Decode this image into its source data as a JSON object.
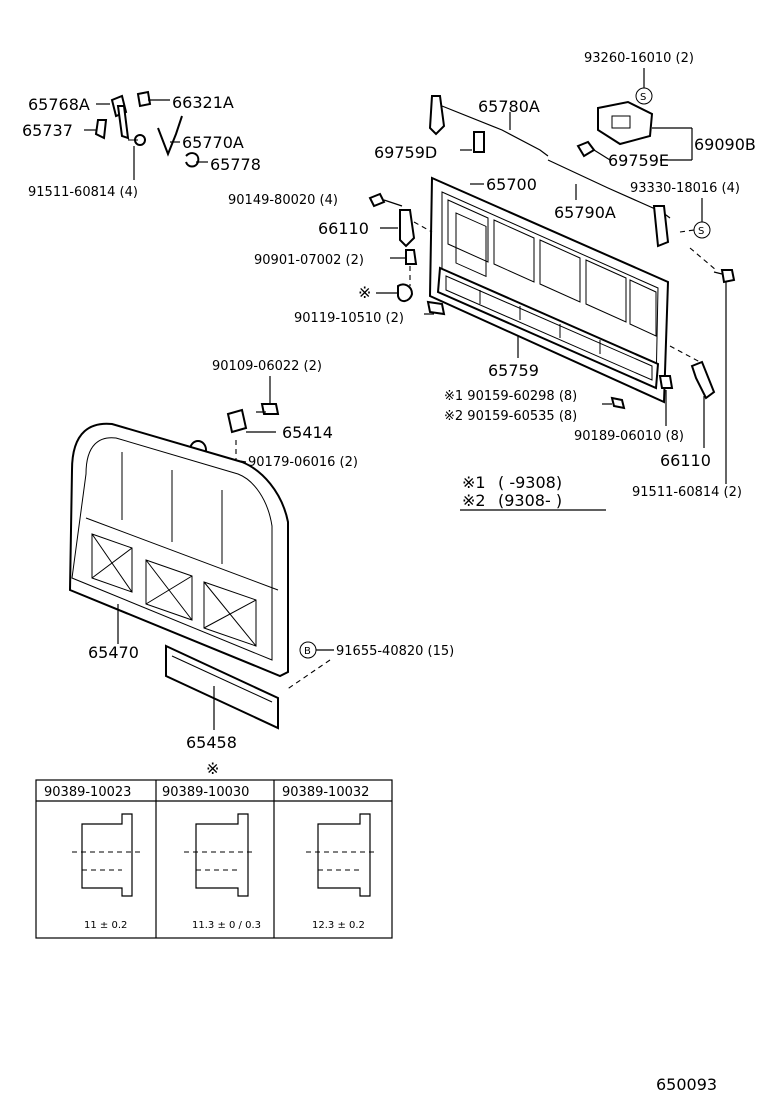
{
  "labels": {
    "p65768A": "65768A",
    "p66321A": "66321A",
    "p65737": "65737",
    "p65770A": "65770A",
    "p65778": "65778",
    "p91511_60814_4": "91511-60814 (4)",
    "p93260": "93260-16010 (2)",
    "p65780A": "65780A",
    "p69090B": "69090B",
    "p69759D": "69759D",
    "p69759E": "69759E",
    "p93330": "93330-18016 (4)",
    "p90149": "90149-80020 (4)",
    "p65700": "65700",
    "p65790A": "65790A",
    "p66110a": "66110",
    "p90901": "90901-07002 (2)",
    "p90119": "90119-10510 (2)",
    "p65759": "65759",
    "p90159a": "※1 90159-60298 (8)",
    "p90159b": "※2 90159-60535 (8)",
    "p90189": "90189-06010 (8)",
    "p66110b": "66110",
    "p91511_60814_2": "91511-60814 (2)",
    "p90109": "90109-06022 (2)",
    "p65414": "65414",
    "p90179": "90179-06016 (2)",
    "p65470": "65470",
    "p91655": "91655-40820 (15)",
    "p65458": "65458",
    "ref_mark": "※",
    "s_mark": "S",
    "b_mark": "B"
  },
  "note": {
    "row1_mark": "※1",
    "row1_range": "(      -9308)",
    "row2_mark": "※2",
    "row2_range": "(9308-          )"
  },
  "table": {
    "mark": "※",
    "headers": [
      "90389-10023",
      "90389-10030",
      "90389-10032"
    ],
    "dims": [
      "11 ± 0.2",
      "11.3 ± 0 / 0.3",
      "12.3 ± 0.2"
    ]
  },
  "diagram_code": "650093"
}
